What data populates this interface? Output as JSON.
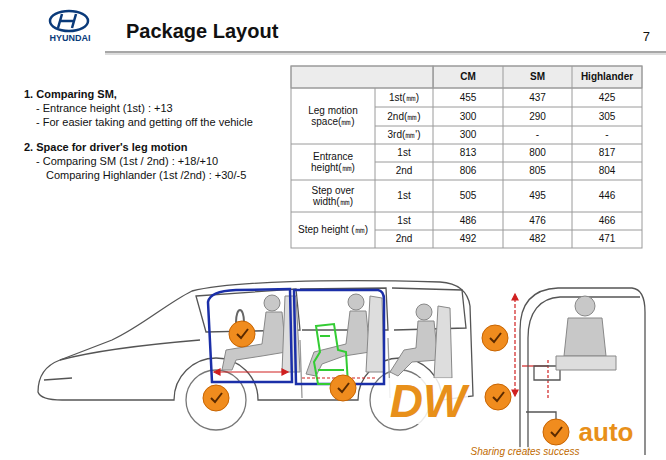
{
  "diagram": {
    "title": "Package Layout",
    "labels": [
      "HYUNDAI",
      "7",
      "1. Comparing SM,",
      "- Entrance height (1st) : +13",
      "- For easier taking and getting off the vehicle",
      "2. Space for driver's leg motion",
      "- Comparing SM (1st / 2nd) : +18/+10",
      "Comparing Highlander (1st /2nd) : +30/-5",
      "CM",
      "SM",
      "Highlander",
      "Leg motion space(㎜)",
      "1st(㎜)",
      "455",
      "437",
      "425",
      "2nd(㎜)",
      "300",
      "290",
      "305",
      "3rd(㎜')",
      "300",
      "-",
      "-",
      "Entrance height(㎜)",
      "1st",
      "813",
      "800",
      "817",
      "2nd",
      "806",
      "805",
      "804",
      "Step over width(㎜)",
      "1st",
      "505",
      "495",
      "446",
      "Step height (㎜)",
      "1st",
      "486",
      "476",
      "466",
      "2nd",
      "492",
      "482",
      "471",
      "DW",
      "auto",
      "Sharing creates success"
    ]
  }
}
